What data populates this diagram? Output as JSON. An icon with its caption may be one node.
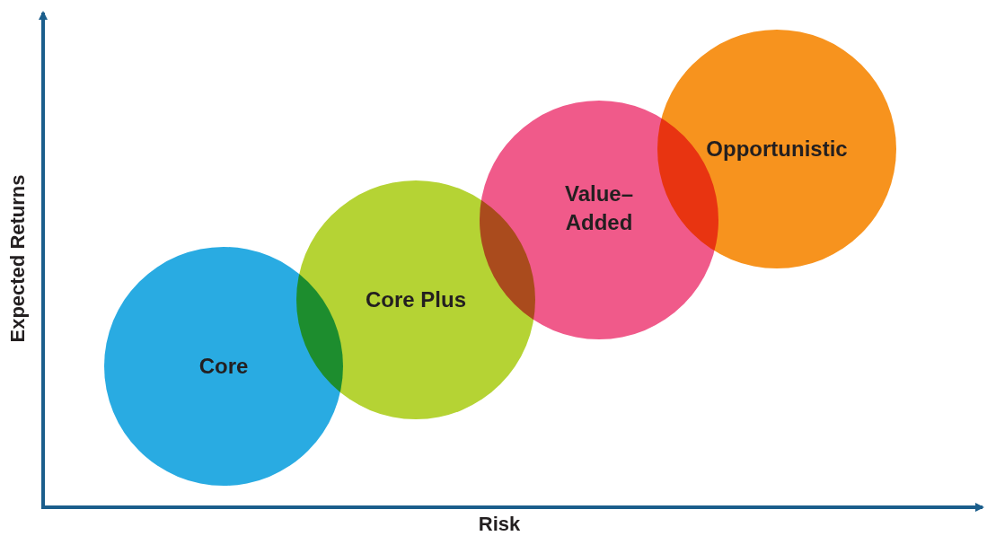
{
  "diagram": {
    "nodes": [
      {
        "text": [
          "Core"
        ]
      },
      {
        "text": [
          "Core Plus"
        ]
      },
      {
        "text": [
          "Value–Added"
        ]
      },
      {
        "text": [
          "Opportunistic"
        ]
      }
    ],
    "labels": [
      "Expected Returns",
      "Risk"
    ]
  }
}
